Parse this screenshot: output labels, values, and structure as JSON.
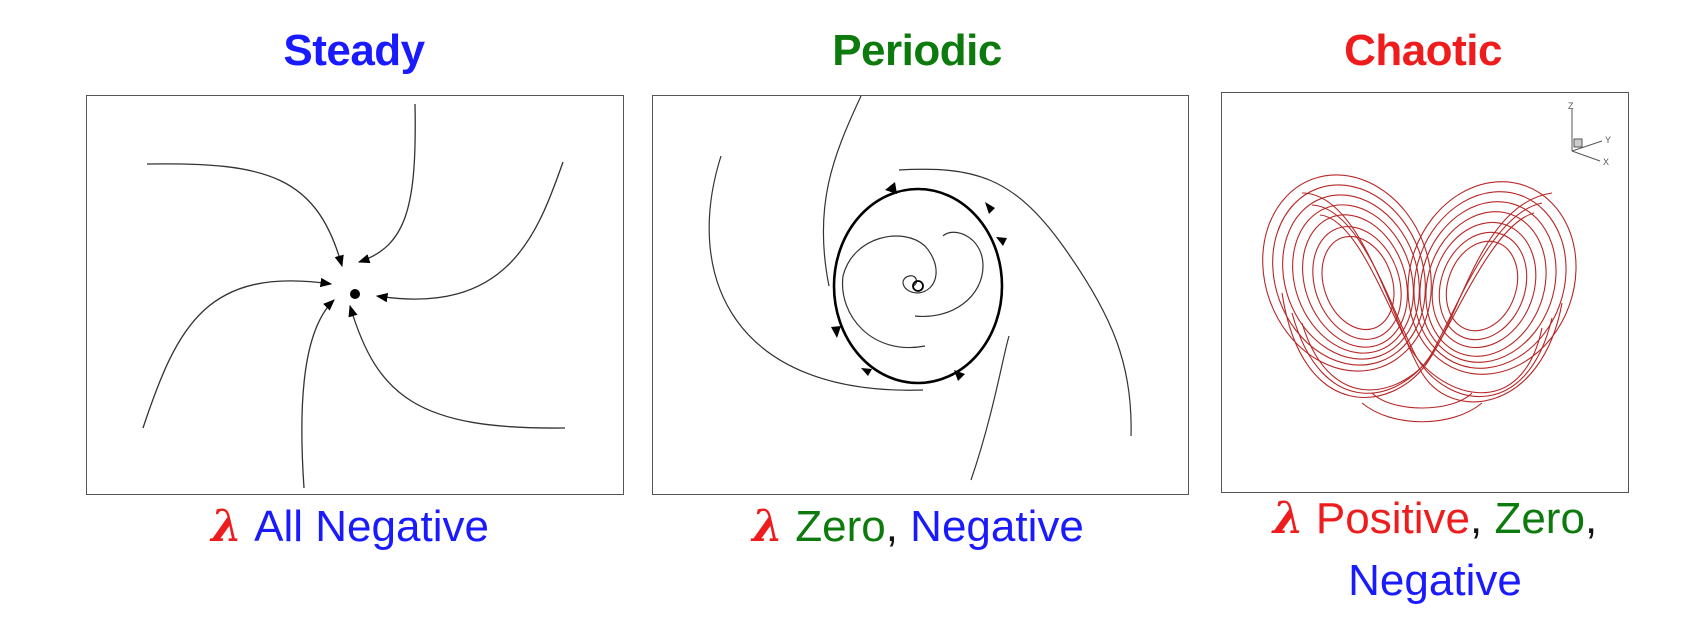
{
  "panels": [
    {
      "title": "Steady",
      "title_color": "#1a1aff",
      "caption": {
        "symbol": "λ",
        "parts": [
          "All Negative"
        ]
      }
    },
    {
      "title": "Periodic",
      "title_color": "#0d7a0d",
      "caption": {
        "symbol": "λ",
        "parts": [
          "Zero",
          ", ",
          "Negative"
        ]
      }
    },
    {
      "title": "Chaotic",
      "title_color": "#ee1c1c",
      "caption": {
        "symbol": "λ",
        "parts": [
          "Positive",
          ", ",
          "Zero",
          ",",
          "Negative"
        ]
      },
      "axes_labels": [
        "Z",
        "Y",
        "X"
      ]
    }
  ],
  "colors": {
    "blue": "#1a1aff",
    "green": "#0d7a0d",
    "red": "#ee1c1c",
    "attractor": "#b01010"
  }
}
